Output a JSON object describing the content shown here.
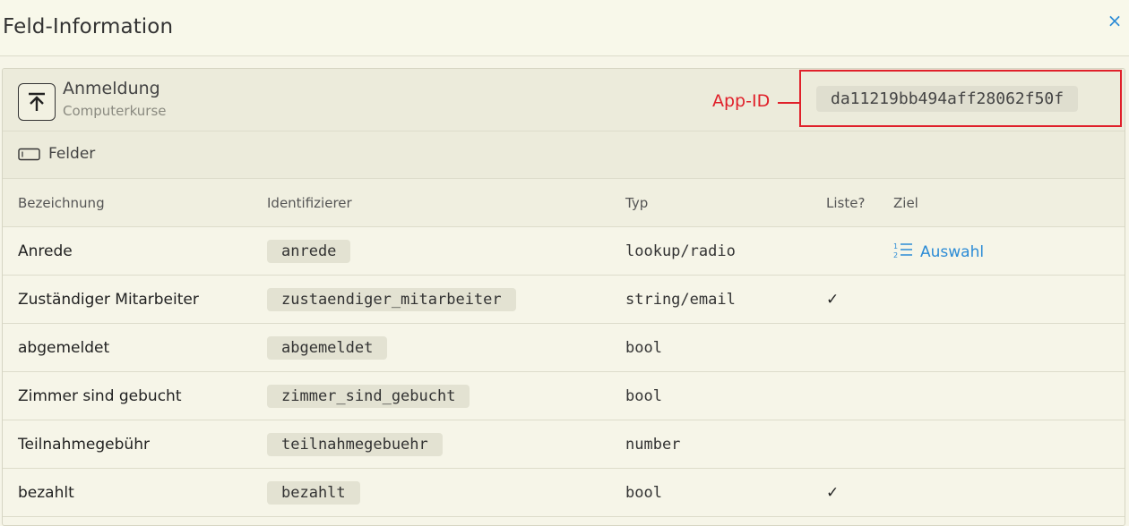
{
  "dialog": {
    "title": "Feld-Information",
    "close_glyph": "×"
  },
  "app": {
    "name": "Anmeldung",
    "subtitle": "Computerkurse",
    "icon": "upload-arrow-icon",
    "id_annotation": "App-ID",
    "id": "da11219bb494aff28062f50f"
  },
  "fields_section": {
    "label": "Felder",
    "icon": "field-icon"
  },
  "table": {
    "headers": [
      "Bezeichnung",
      "Identifizierer",
      "Typ",
      "Liste?",
      "Ziel"
    ],
    "rows": [
      {
        "name": "Anrede",
        "identifier": "anrede",
        "type": "lookup/radio",
        "list": "",
        "target": "Auswahl"
      },
      {
        "name": "Zuständiger Mitarbeiter",
        "identifier": "zustaendiger_mitarbeiter",
        "type": "string/email",
        "list": "✓",
        "target": ""
      },
      {
        "name": "abgemeldet",
        "identifier": "abgemeldet",
        "type": "bool",
        "list": "",
        "target": ""
      },
      {
        "name": "Zimmer sind gebucht",
        "identifier": "zimmer_sind_gebucht",
        "type": "bool",
        "list": "",
        "target": ""
      },
      {
        "name": "Teilnahmegebühr",
        "identifier": "teilnahmegebuehr",
        "type": "number",
        "list": "",
        "target": ""
      },
      {
        "name": "bezahlt",
        "identifier": "bezahlt",
        "type": "bool",
        "list": "✓",
        "target": ""
      }
    ]
  },
  "colors": {
    "accent": "#2b8bd6",
    "annotation": "#e0202a",
    "background": "#f6f5e8"
  }
}
